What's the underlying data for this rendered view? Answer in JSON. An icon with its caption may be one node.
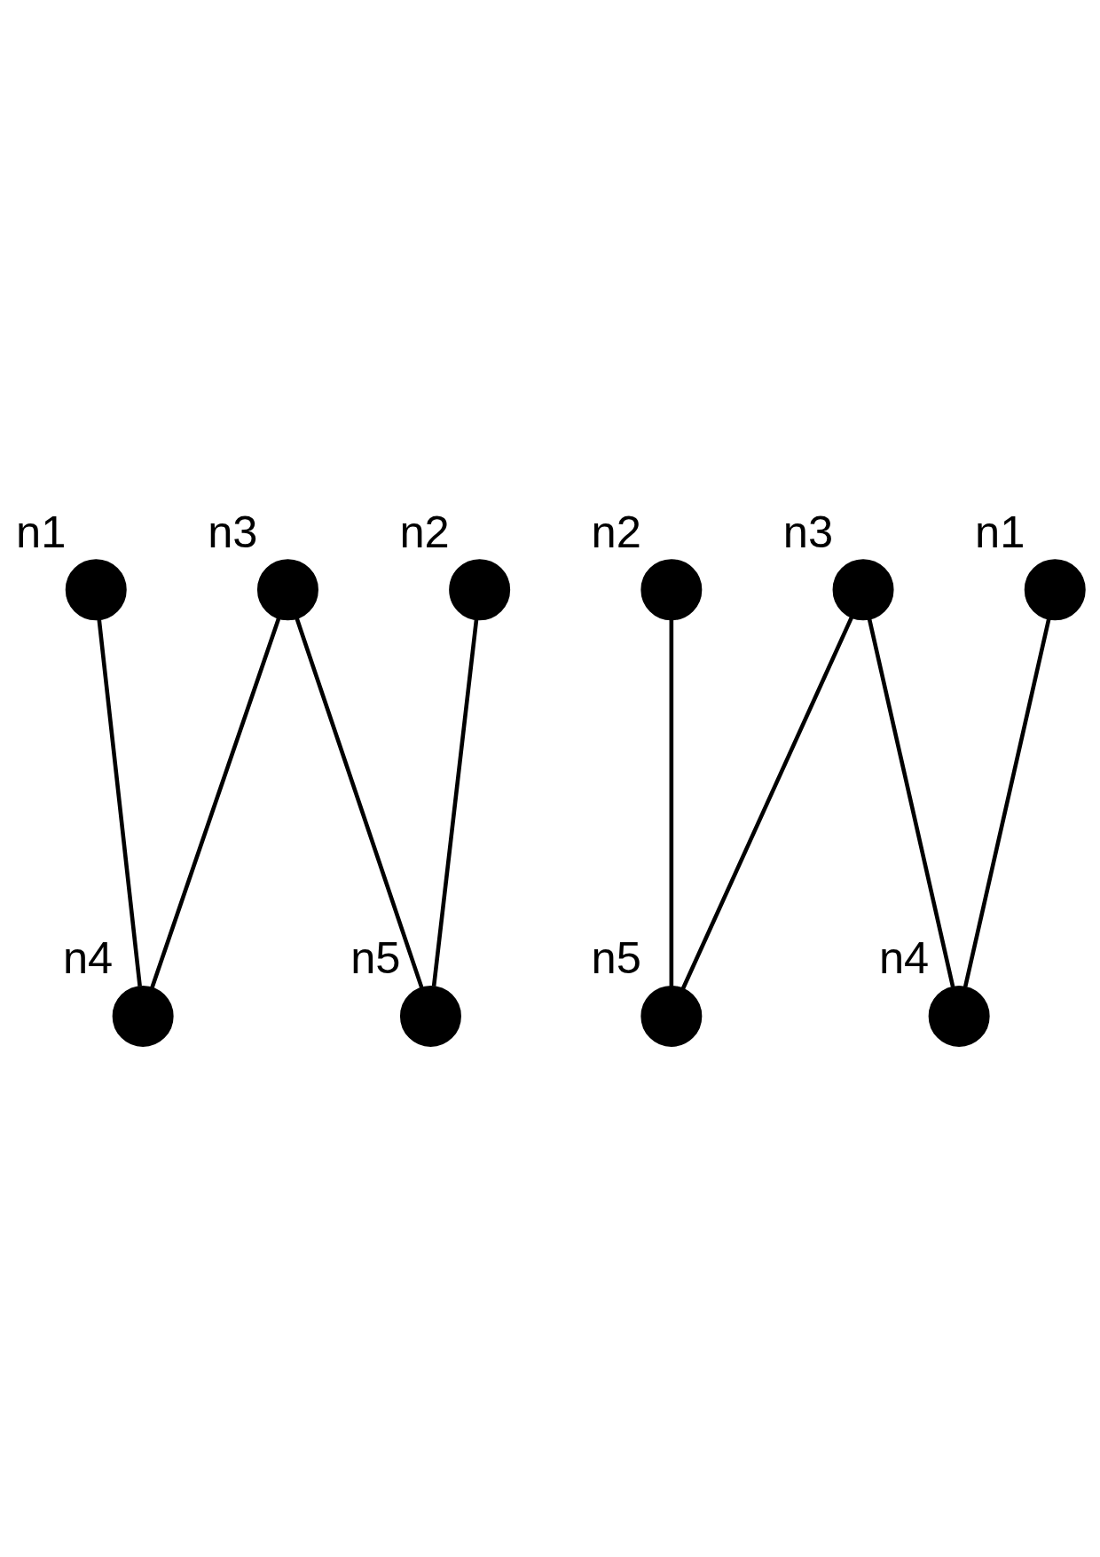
{
  "diagram": {
    "nodes": [
      {
        "text": [],
        "shape": "circle",
        "beside": [
          "n1"
        ]
      },
      {
        "text": [],
        "shape": "circle",
        "beside": [
          "n2"
        ]
      },
      {
        "text": [],
        "shape": "circle",
        "beside": [
          "n3"
        ]
      },
      {
        "text": [],
        "shape": "circle",
        "beside": [
          "n4"
        ]
      },
      {
        "text": [],
        "shape": "circle",
        "beside": [
          "n5"
        ]
      },
      {
        "text": [],
        "shape": "circle",
        "beside": [
          "n2"
        ]
      },
      {
        "text": [],
        "shape": "circle",
        "beside": [
          "n1"
        ]
      },
      {
        "text": [],
        "shape": "circle",
        "beside": [
          "n3"
        ]
      },
      {
        "text": [],
        "shape": "circle",
        "beside": [
          "n4"
        ]
      },
      {
        "text": [],
        "shape": "circle",
        "beside": [
          "n5"
        ]
      }
    ],
    "edges": [
      {
        "from": 0,
        "to": 3,
        "arrow": "none"
      },
      {
        "from": 1,
        "to": 4,
        "arrow": "none"
      },
      {
        "from": 2,
        "to": 3,
        "arrow": "none"
      },
      {
        "from": 2,
        "to": 4,
        "arrow": "none"
      },
      {
        "from": 5,
        "to": 9,
        "arrow": "none"
      },
      {
        "from": 6,
        "to": 8,
        "arrow": "none"
      },
      {
        "from": 7,
        "to": 8,
        "arrow": "none"
      },
      {
        "from": 7,
        "to": 9,
        "arrow": "none"
      }
    ]
  }
}
